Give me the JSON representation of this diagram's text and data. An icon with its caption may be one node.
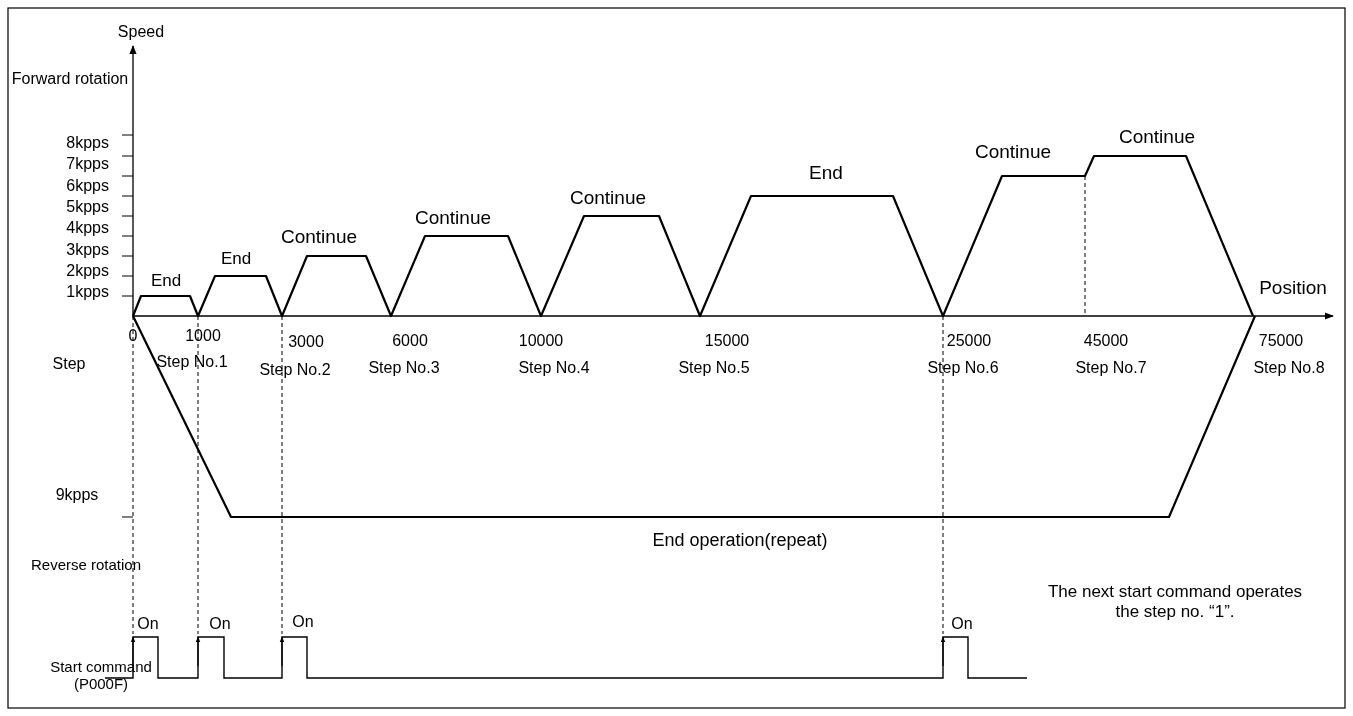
{
  "diagram": {
    "labels": [
      "Speed",
      "Forward rotation",
      "8kpps",
      "7kpps",
      "6kpps",
      "5kpps",
      "4kpps",
      "3kpps",
      "2kpps",
      "1kpps",
      "End",
      "End",
      "Continue",
      "Continue",
      "Continue",
      "End",
      "Continue",
      "Continue",
      "Position",
      "0",
      "1000",
      "3000",
      "6000",
      "10000",
      "15000",
      "25000",
      "45000",
      "75000",
      "Step",
      "Step No.1",
      "Step No.2",
      "Step No.3",
      "Step No.4",
      "Step No.5",
      "Step No.6",
      "Step No.7",
      "Step No.8",
      "9kpps",
      "End operation(repeat)",
      "Reverse rotation",
      "The next start command operates the step no. “1”.",
      "On",
      "On",
      "On",
      "On",
      "Start command (P000F)"
    ]
  }
}
